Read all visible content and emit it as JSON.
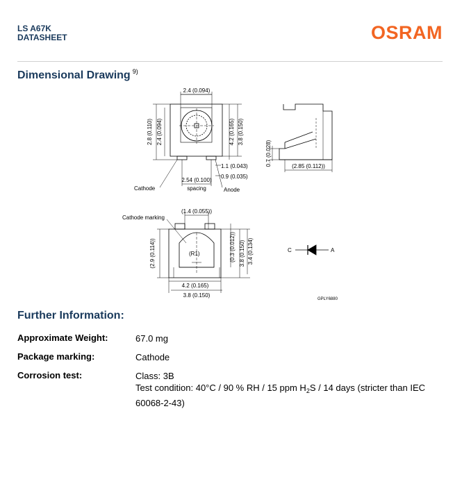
{
  "header": {
    "product": "LS A67K",
    "doctype": "DATASHEET",
    "logo_text": "OSRAM",
    "logo_color": "#f26522"
  },
  "dimensional_drawing": {
    "title": "Dimensional Drawing",
    "footnote": "9)",
    "labels": {
      "top_width": "2.4 (0.094)",
      "dim_28": "2.8 (0.110)",
      "dim_24v": "2.4 (0.094)",
      "dim_42v": "4.2 (0.165)",
      "dim_38v": "3.8 (0.150)",
      "dim_11": "1.1 (0.043)",
      "dim_09": "0.9 (0.035)",
      "dim_254": "2.54 (0.100)",
      "spacing": "spacing",
      "cathode": "Cathode",
      "anode": "Anode",
      "dim_07": "0.7 (0.028)",
      "dim_285": "(2.85 (0.112))",
      "cathode_marking": "Cathode marking",
      "dim_14": "(1.4 (0.055))",
      "dim_29": "(2.9 (0.114))",
      "r1": "(R1)",
      "dim_03": "(0.3 (0.012))",
      "dim_38b": "3.8 (0.150)",
      "dim_34": "3.4 (0.134)",
      "dim_42h": "4.2 (0.165)",
      "dim_38h": "3.8 (0.150)",
      "sym_c": "C",
      "sym_a": "A",
      "code": "GPLY6880"
    }
  },
  "further_information": {
    "title": "Further Information:",
    "rows": [
      {
        "label": "Approximate Weight:",
        "value": "67.0 mg"
      },
      {
        "label": "Package marking:",
        "value": "Cathode"
      },
      {
        "label": "Corrosion test:",
        "value": "Class: 3B",
        "condition_pre": "Test condition: 40°C / 90 % RH / 15 ppm H",
        "condition_sub": "2",
        "condition_post": "S / 14 days (stricter than IEC 60068-2-43)"
      }
    ]
  }
}
